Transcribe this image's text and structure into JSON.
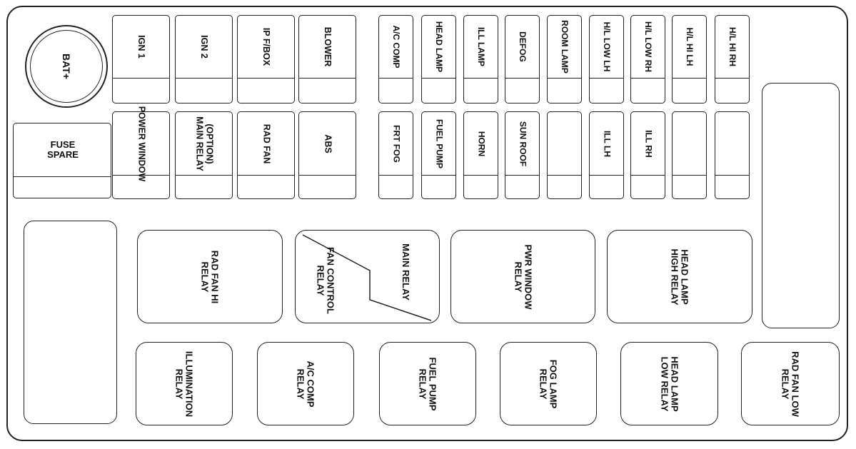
{
  "battery": {
    "label": "BAT+"
  },
  "fuses_top": [
    "IGN 1",
    "IGN 2",
    "IP F/BOX",
    "BLOWER",
    "A/C COMP",
    "HEAD LAMP",
    "ILL LAMP",
    "DEFOG",
    "ROOM LAMP",
    "H/L LOW LH",
    "H/L LOW RH",
    "H/L HI LH",
    "H/L HI RH"
  ],
  "fuses_bottom": [
    "POWER WINDOW",
    "(OPTION)\nMAIN RELAY",
    "RAD FAN",
    "ABS",
    "FRT FOG",
    "FUEL PUMP",
    "HORN",
    "SUN ROOF",
    "",
    "ILL LH",
    "ILL RH",
    "",
    ""
  ],
  "spare": {
    "label": "FUSE\nSPARE"
  },
  "relays_middle": [
    "RAD FAN HI\nRELAY",
    "PWR WINDOW\nRELAY",
    "HEAD LAMP\nHIGH RELAY"
  ],
  "split_relay": {
    "left": "FAN CONTROL\nRELAY",
    "right": "MAIN RELAY"
  },
  "relays_bottom": [
    "ILLUMINATION\nRELAY",
    "A/C COMP\nRELAY",
    "FUEL PUMP\nRELAY",
    "FOG LAMP\nRELAY",
    "HEAD LAMP\nLOW RELAY",
    "RAD FAN LOW\nRELAY"
  ]
}
